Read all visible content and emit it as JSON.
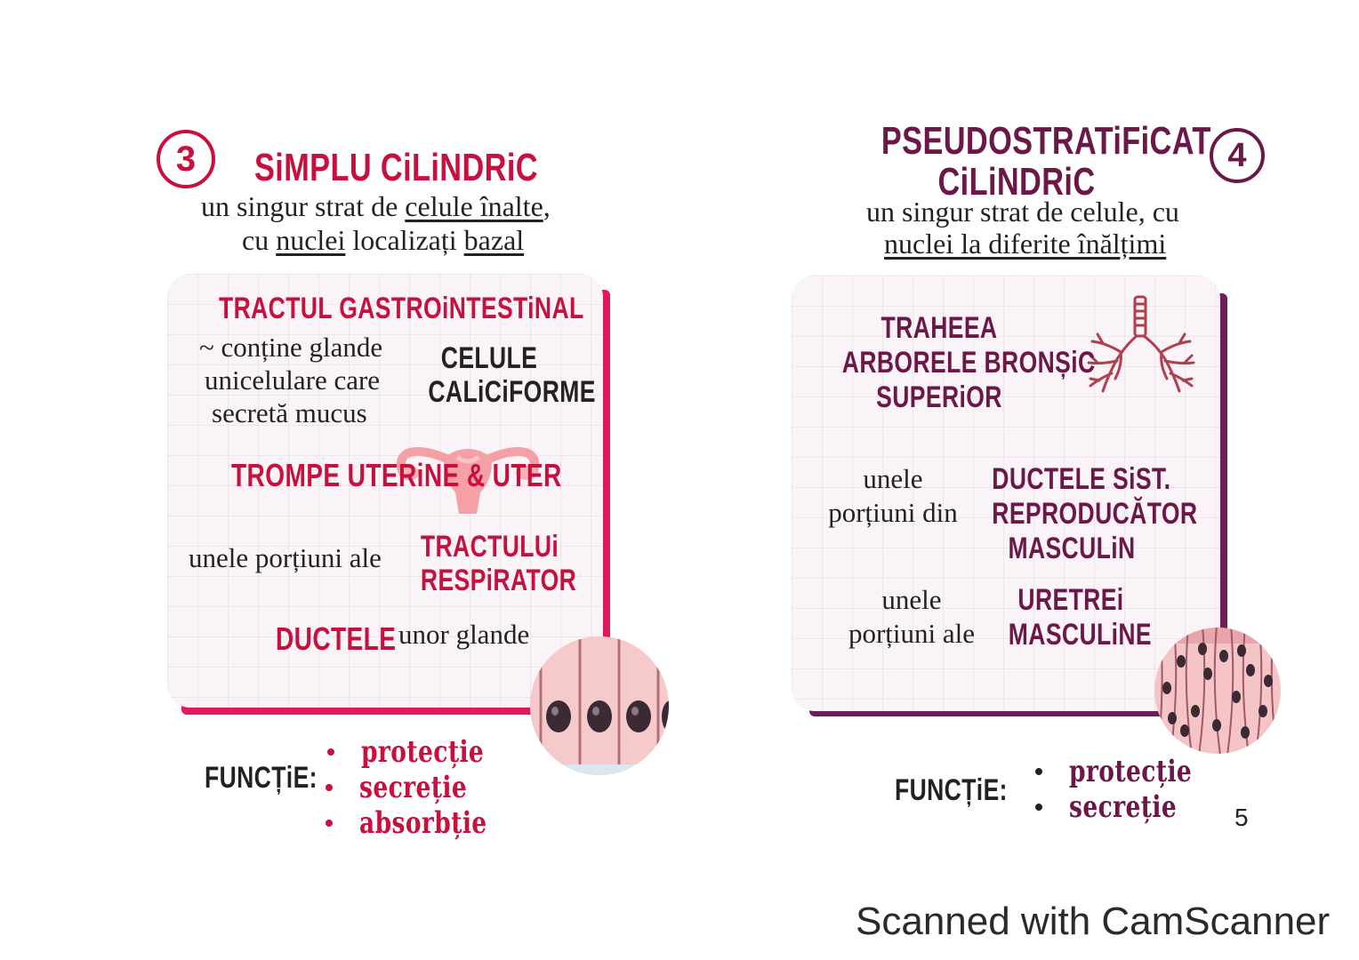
{
  "left": {
    "number": "3",
    "title": "SiMPLU CiLiNDRiC",
    "desc_line1_pre": "un singur strat de ",
    "desc_line1_u": "celule înalte",
    "desc_line1_post": ",",
    "desc_line2_pre": "cu ",
    "desc_line2_u1": "nuclei",
    "desc_line2_mid": " localizați ",
    "desc_line2_u2": "bazal",
    "card": {
      "tract_gi": "TRACTUL GASTROiNTESTiNAL",
      "glands_line1": "~ conține glande",
      "glands_line2": "unicelulare care",
      "glands_line3": "secretă mucus",
      "celule_line1": "CELULE",
      "celule_line2": "CALiCiFORME",
      "trompe": "TROMPE UTERiNE & UTER",
      "resp_pre": "unele porțiuni ale",
      "resp_line1": "TRACTULUi",
      "resp_line2": "RESPiRATOR",
      "ductele": "DUCTELE",
      "ductele_post": "unor glande"
    },
    "functie_label": "FUNCȚiE:",
    "functii": [
      "protecție",
      "secreție",
      "absorbție"
    ]
  },
  "right": {
    "number": "4",
    "title_line1": "PSEUDOSTRATiFiCAT",
    "title_line2": "CiLiNDRiC",
    "desc_line1": "un singur strat de celule, cu",
    "desc_line2": "nuclei la diferite înălțimi",
    "card": {
      "traheea_line1": "TRAHEEA",
      "traheea_line2": "ARBORELE BRONȘiC",
      "traheea_line3": "SUPERiOR",
      "repro_pre_line1": "unele",
      "repro_pre_line2": "porțiuni din",
      "repro_line1": "DUCTELE SiST.",
      "repro_line2": "REPRODUCĂTOR",
      "repro_line3": "MASCULiN",
      "uret_pre_line1": "unele",
      "uret_pre_line2": "porțiuni ale",
      "uret_line1": "URETREi",
      "uret_line2": "MASCULiNE"
    },
    "functie_label": "FUNCȚiE:",
    "functii": [
      "protecție",
      "secreție"
    ]
  },
  "page_number": "5",
  "watermark": "Scanned with CamScanner",
  "colors": {
    "left_accent": "#c8103e",
    "left_bar": "#e0195a",
    "right_accent": "#6b1848",
    "right_bar": "#6e1d5c",
    "text_dark": "#222222"
  }
}
